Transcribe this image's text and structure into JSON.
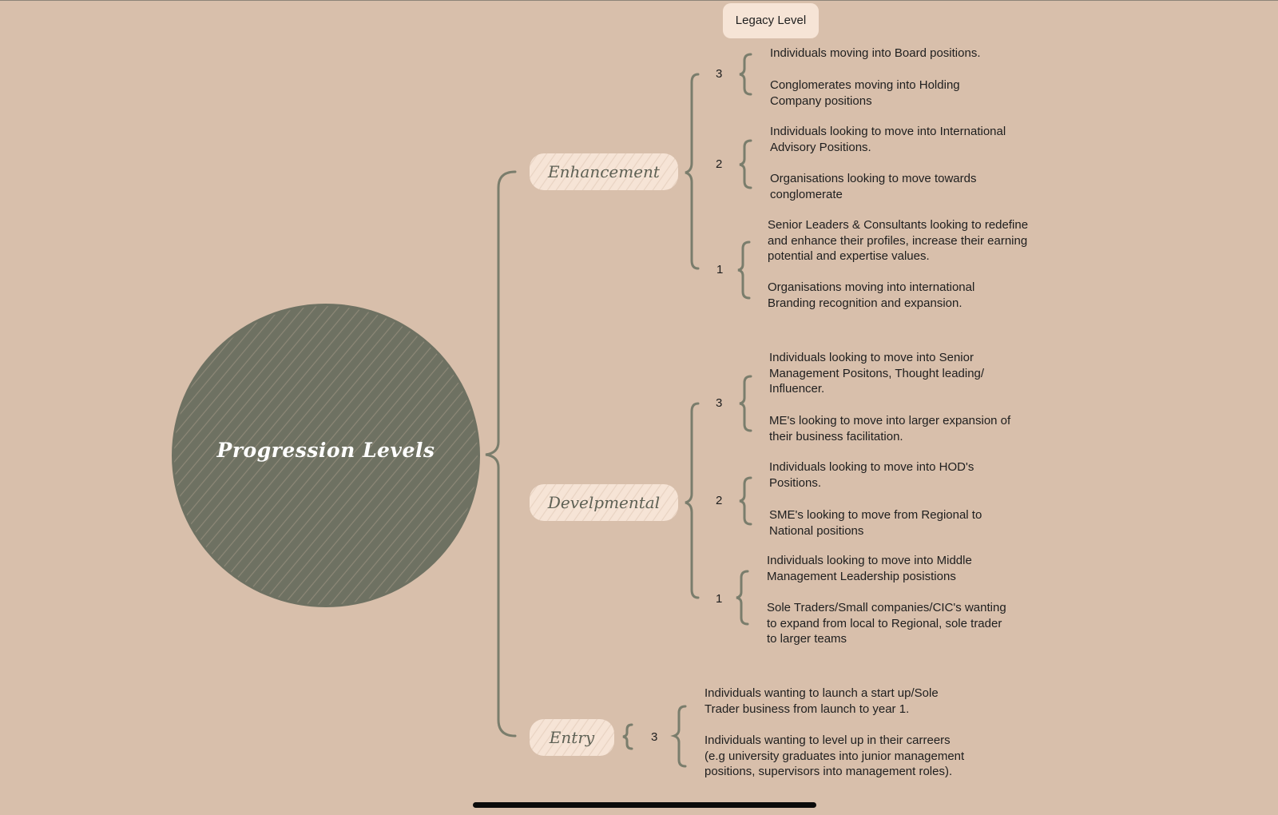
{
  "root": {
    "label": "Progression Levels"
  },
  "legacy_label": "Legacy Level",
  "levels": [
    {
      "label": "Enhancement",
      "tiers": [
        {
          "number": "3",
          "items": [
            "Individuals moving into Board positions.",
            "Conglomerates moving into Holding Company positions"
          ]
        },
        {
          "number": "2",
          "items": [
            "Individuals looking to move into International Advisory Positions.",
            "Organisations looking to move towards conglomerate"
          ]
        },
        {
          "number": "1",
          "items": [
            "Senior Leaders & Consultants looking to redefine and enhance their profiles, increase their earning potential and expertise values.",
            "Organisations moving into international Branding recognition and expansion."
          ]
        }
      ]
    },
    {
      "label": "Develpmental",
      "tiers": [
        {
          "number": "3",
          "items": [
            "Individuals looking to move into Senior Management Positons, Thought leading/ Influencer.",
            "ME's looking to move into larger expansion of their business facilitation."
          ]
        },
        {
          "number": "2",
          "items": [
            "Individuals looking to move into HOD's Positions.",
            "SME's looking to move from Regional to National positions"
          ]
        },
        {
          "number": "1",
          "items": [
            "Individuals looking to move into Middle Management Leadership posistions",
            "Sole Traders/Small companies/CIC's wanting to expand from local to Regional, sole trader to larger teams"
          ]
        }
      ]
    },
    {
      "label": "Entry",
      "tiers": [
        {
          "number": "3",
          "items": [
            "Individuals wanting to launch a start up/Sole Trader business from launch to year 1.",
            "Individuals wanting to level up in their carreers (e.g university graduates into junior management positions, supervisors into management roles)."
          ]
        }
      ]
    }
  ],
  "colors": {
    "background": "#d8bfab",
    "node_dark": "#6e7162",
    "node_light": "#f6e4d6",
    "line": "#7a7d6c"
  }
}
